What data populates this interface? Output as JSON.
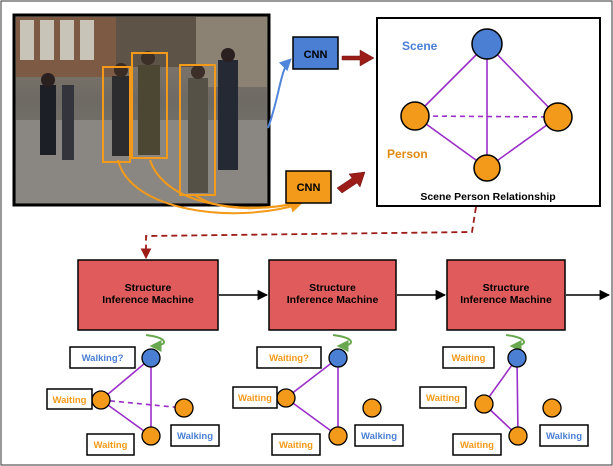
{
  "colors": {
    "scene": "#4a7fd4",
    "person": "#f39a1a",
    "edge": "#9a2fc8",
    "sim_fill": "#e05c5c",
    "arrow_dark": "#9c1c18",
    "arrow_green": "#6aa84f",
    "arrow_blue": "#4f86d9",
    "dashed": "#9c1c18"
  },
  "top": {
    "photo_label": "photo of pedestrians with detected bounding boxes",
    "cnn_scene_label": "CNN",
    "cnn_person_label": "CNN",
    "graph": {
      "scene_label": "Scene",
      "person_label": "Person",
      "caption": "Scene Person Relationship"
    }
  },
  "machines": [
    {
      "line1": "Structure",
      "line2": "Inference Machine"
    },
    {
      "line1": "Structure",
      "line2": "Inference Machine"
    },
    {
      "line1": "Structure",
      "line2": "Inference Machine"
    }
  ],
  "outputs": [
    {
      "labels": [
        "Walking?",
        "Waiting",
        "Waiting",
        "Walking"
      ]
    },
    {
      "labels": [
        "Waiting?",
        "Waiting",
        "Waiting",
        "Walking"
      ]
    },
    {
      "labels": [
        "Waiting",
        "Waiting",
        "Waiting",
        "Walking"
      ]
    }
  ]
}
